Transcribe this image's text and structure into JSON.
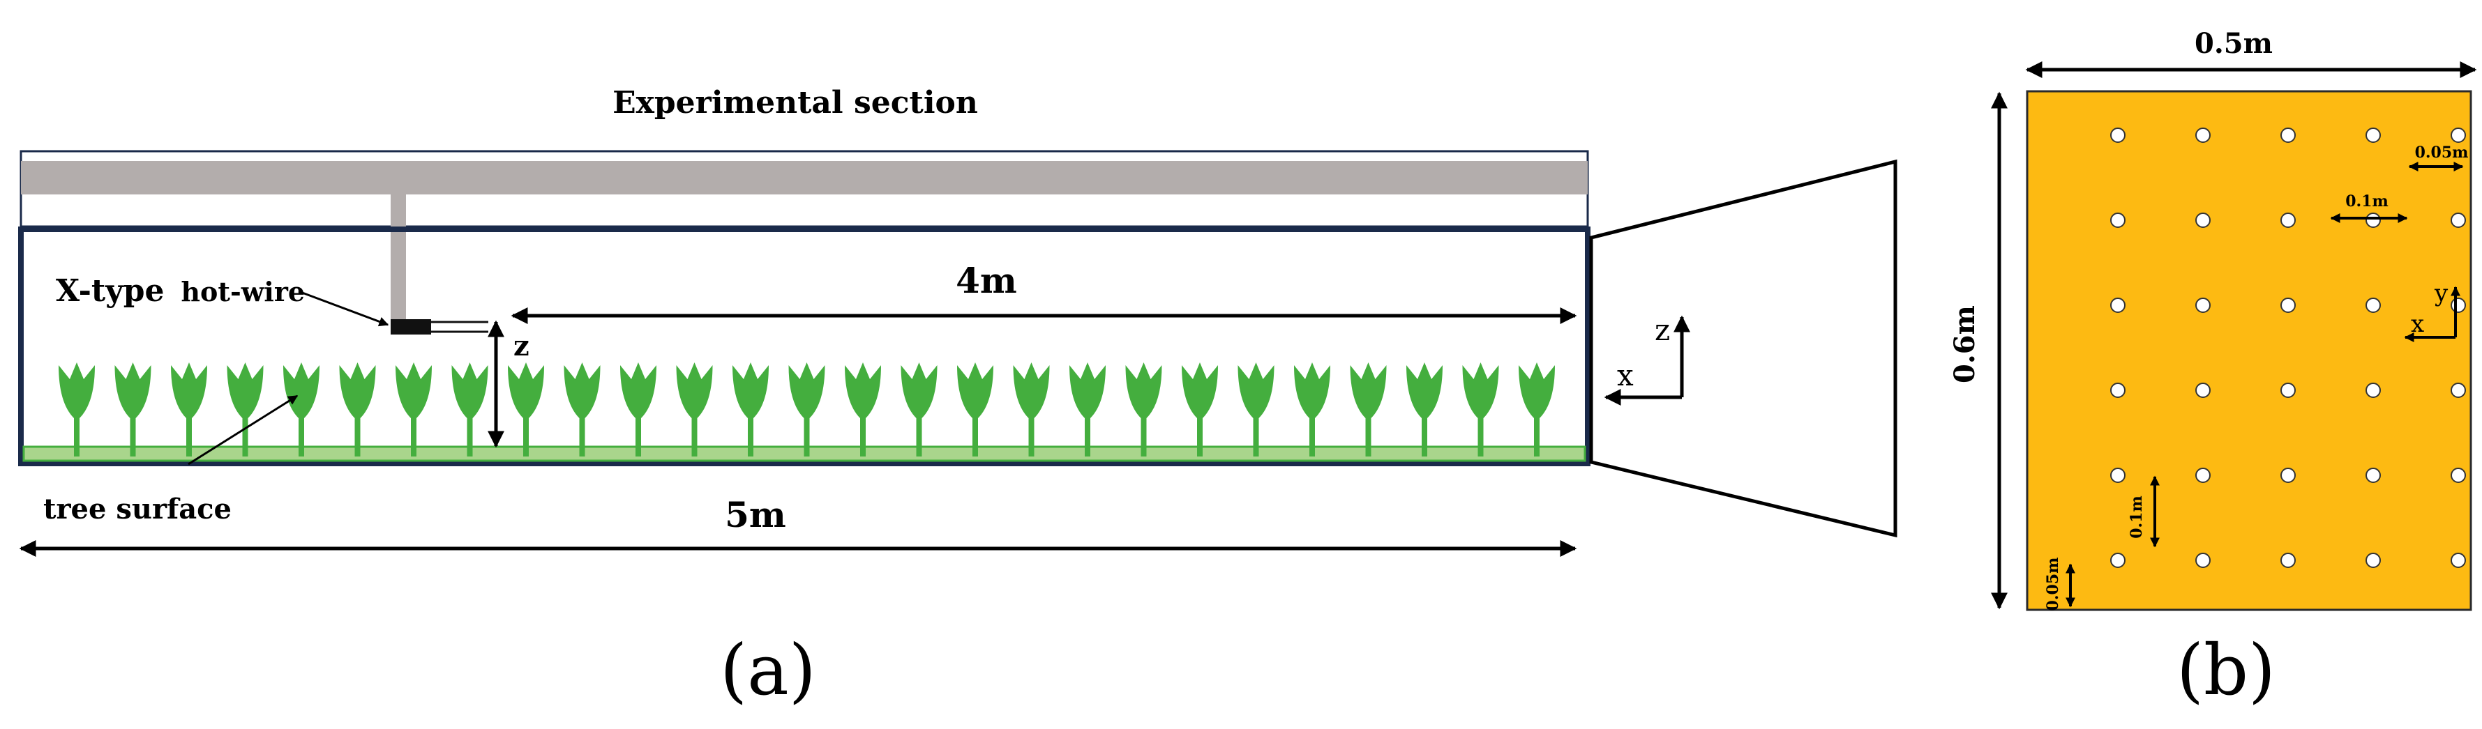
{
  "panel_a": {
    "section_title": "Experimental section",
    "probe_label_bold": "X-type",
    "probe_label_rest": "hot-wire",
    "length_4m": "4m",
    "length_5m": "5m",
    "height_symbol": "z",
    "surface_label": "tree surface",
    "axis_z": "z",
    "axis_x": "x",
    "caption": "(a)",
    "colors": {
      "frame": "#1a2a4a",
      "rail": "#b3adac",
      "plant": "#44ae3e",
      "floor": "#a9d58c"
    }
  },
  "panel_b": {
    "width_label": "0.5m",
    "height_label": "0.6m",
    "spacing_x_label": "0.1m",
    "edge_x_label": "0.05m",
    "spacing_y_label": "0.1m",
    "edge_y_label": "0.05m",
    "axis_y": "y",
    "axis_x": "x",
    "caption": "(b)",
    "grid": {
      "columns": 5,
      "rows": 6
    },
    "colors": {
      "plate": "#fdba12",
      "hole": "#ffffff"
    }
  }
}
